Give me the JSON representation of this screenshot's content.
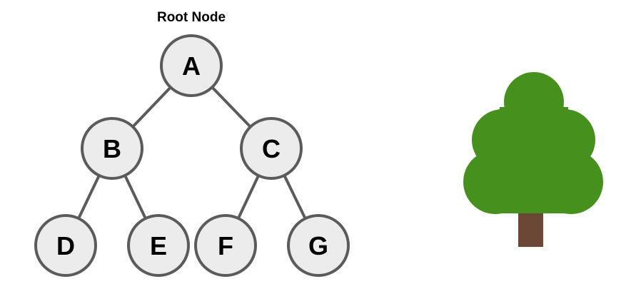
{
  "diagram": {
    "caption": "Root Node",
    "colors": {
      "node_fill": "#ececec",
      "node_stroke": "#5b5b5b",
      "edge": "#5b5b5b",
      "text": "#000000",
      "tree_foliage": "#46901e",
      "tree_trunk": "#6b4735"
    },
    "nodes": [
      {
        "id": "A",
        "label": "A"
      },
      {
        "id": "B",
        "label": "B"
      },
      {
        "id": "C",
        "label": "C"
      },
      {
        "id": "D",
        "label": "D"
      },
      {
        "id": "E",
        "label": "E"
      },
      {
        "id": "F",
        "label": "F"
      },
      {
        "id": "G",
        "label": "G"
      }
    ],
    "edges": [
      {
        "from": "A",
        "to": "B"
      },
      {
        "from": "A",
        "to": "C"
      },
      {
        "from": "B",
        "to": "D"
      },
      {
        "from": "B",
        "to": "E"
      },
      {
        "from": "C",
        "to": "F"
      },
      {
        "from": "C",
        "to": "G"
      }
    ],
    "icon": "tree-icon"
  }
}
